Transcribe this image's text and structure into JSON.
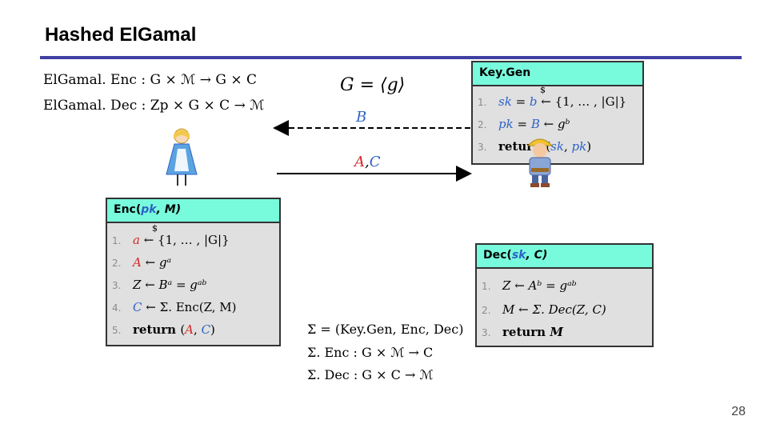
{
  "slide": {
    "title": "Hashed ElGamal",
    "page_number": "28"
  },
  "signatures": {
    "enc": "ElGamal. Enc : G × ℳ → G × C",
    "dec": "ElGamal. Dec : Zp × G × C → ℳ"
  },
  "group_def": "G = ⟨g⟩",
  "arrows": {
    "to_alice": "B",
    "to_bob_A": "A",
    "to_bob_sep": ",",
    "to_bob_C": "C"
  },
  "keygen": {
    "header": "Key.Gen",
    "sample_mark": "$",
    "line1": {
      "num": "1.",
      "lhs": "sk",
      "eq": " = ",
      "var": "b",
      "rest": " ← {1, … , |G|}"
    },
    "line2": {
      "num": "2.",
      "lhs": "pk",
      "eq": " = ",
      "var": "B",
      "rest": " ← gᵇ"
    },
    "line3": {
      "num": "3.",
      "kw": "return ",
      "open": "(",
      "a": "sk",
      "sep": ", ",
      "b": "pk",
      "close": ")"
    }
  },
  "enc": {
    "header_pre": "Enc(",
    "header_pk": "pk",
    "header_post": ", M)",
    "sample_mark": "$",
    "line1": {
      "num": "1.",
      "var": "a",
      "rest": " ← {1, … , |G|}"
    },
    "line2": {
      "num": "2.",
      "var": "A",
      "rest": " ← gᵃ"
    },
    "line3": {
      "num": "3.",
      "text": "Z ← Bᵃ = gᵃᵇ"
    },
    "line4": {
      "num": "4.",
      "var": "C",
      "rest": " ← Σ. Enc(Z, M)"
    },
    "line5": {
      "num": "5.",
      "kw": "return ",
      "open": "(",
      "a": "A",
      "sep": ", ",
      "b": "C",
      "close": ")"
    }
  },
  "dec": {
    "header_pre": "Dec(",
    "header_sk": "sk",
    "header_post": ", C)",
    "line1": {
      "num": "1.",
      "text": "Z ← Aᵇ = gᵃᵇ"
    },
    "line2": {
      "num": "2.",
      "text": "M ← Σ. Dec(Z, C)"
    },
    "line3": {
      "num": "3.",
      "kw": "return ",
      "var": "M"
    }
  },
  "sigma": {
    "def": "Σ = (Key.Gen, Enc, Dec)",
    "enc": "Σ. Enc : G × ℳ → C",
    "dec": "Σ. Dec : G × C → ℳ"
  },
  "colors": {
    "header_bg": "#78fbdc",
    "panel_bg": "#e0e0e0",
    "accent_blue": "#2f62c8",
    "accent_red": "#d22a2a",
    "rule": "#3f3fa3"
  },
  "icons": [
    "alice-figure",
    "bob-builder-figure"
  ]
}
